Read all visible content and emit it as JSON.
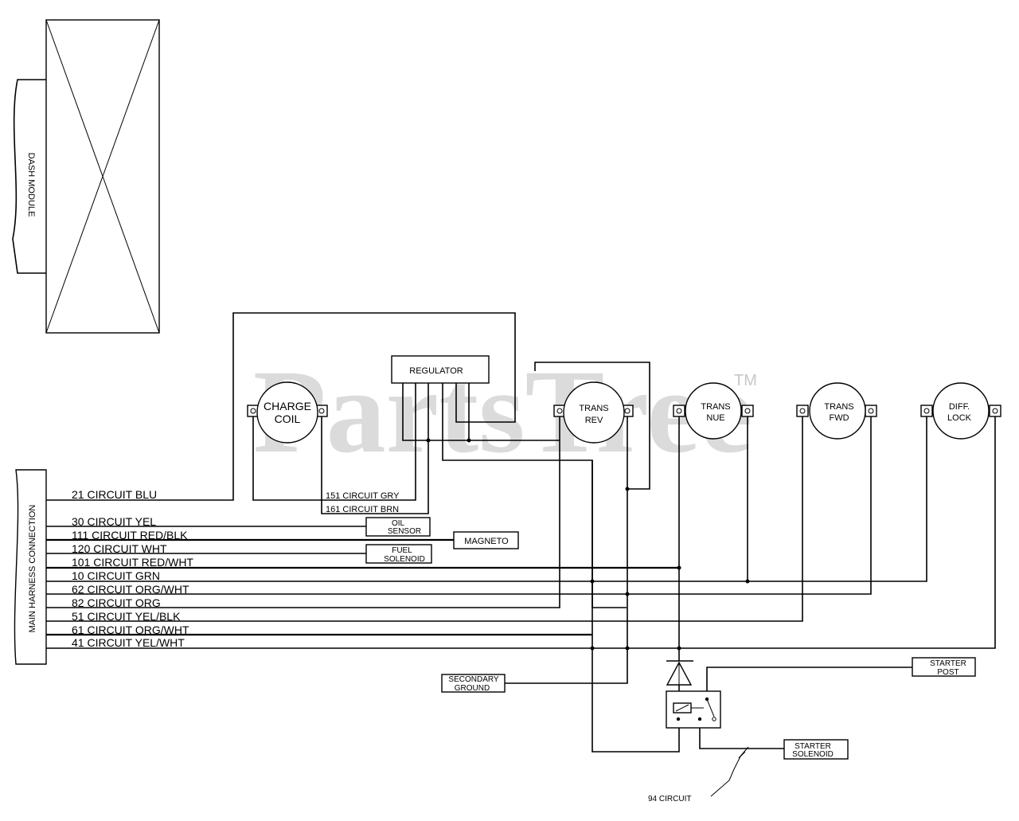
{
  "watermark": {
    "text": "PartsTree",
    "tm": "TM"
  },
  "dash_module": {
    "label": "DASH MODULE"
  },
  "harness": {
    "label": "MAIN HARNESS CONNECTION"
  },
  "components": {
    "regulator": "REGULATOR",
    "charge_coil": [
      "CHARGE",
      "COIL"
    ],
    "trans_rev": [
      "TRANS",
      "REV"
    ],
    "trans_nue": [
      "TRANS",
      "NUE"
    ],
    "trans_fwd": [
      "TRANS",
      "FWD"
    ],
    "diff_lock": [
      "DIFF.",
      "LOCK"
    ],
    "oil_sensor": [
      "OIL",
      "SENSOR"
    ],
    "magneto": "MAGNETO",
    "fuel_solenoid": [
      "FUEL",
      "SOLENOID"
    ],
    "secondary_ground": [
      "SECONDARY",
      "GROUND"
    ],
    "starter_post": [
      "STARTER",
      "POST"
    ],
    "starter_solenoid": [
      "STARTER",
      "SOLENOID"
    ]
  },
  "circuits": [
    "21 CIRCUIT BLU",
    "30 CIRCUIT YEL",
    "111 CIRCUIT RED/BLK",
    "120 CIRCUIT WHT",
    "101 CIRCUIT RED/WHT",
    "10 CIRCUIT GRN",
    "62 CIRCUIT ORG/WHT",
    "82 CIRCUIT ORG",
    "51 CIRCUIT YEL/BLK",
    "61 CIRCUIT ORG/WHT",
    "41 CIRCUIT YEL/WHT"
  ],
  "reg_circuits": [
    "151 CIRCUIT GRY",
    "161 CIRCUIT BRN"
  ],
  "circuit_94": "94 CIRCUIT"
}
